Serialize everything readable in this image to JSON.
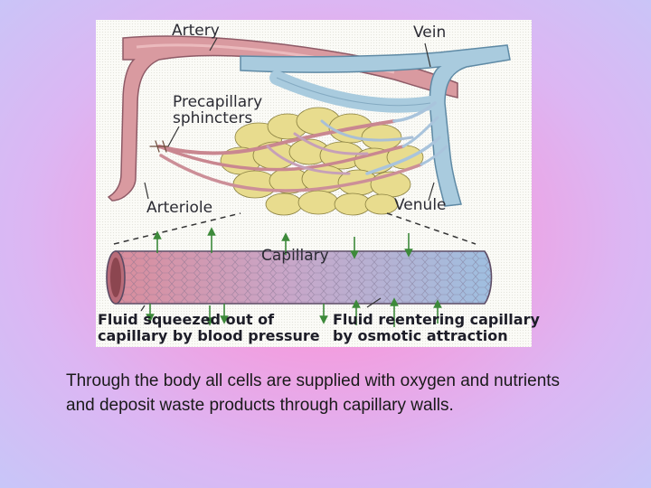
{
  "diagram": {
    "labels": {
      "artery": "Artery",
      "vein": "Vein",
      "precapillary_line1": "Precapillary",
      "precapillary_line2": "sphincters",
      "arteriole": "Arteriole",
      "venule": "Venule",
      "capillary": "Capillary",
      "fluid_out_line1": "Fluid squeezed out of",
      "fluid_out_line2": "capillary by blood pressure",
      "fluid_in_line1": "Fluid reentering capillary",
      "fluid_in_line2": "by osmotic attraction"
    },
    "colors": {
      "artery": "#d9969a",
      "vein": "#a9ccdf",
      "tissue": "#e8df98",
      "arrow": "#3d8a3a"
    }
  },
  "caption": "Through the body all cells are supplied with oxygen and nutrients and deposit waste products through capillary walls."
}
